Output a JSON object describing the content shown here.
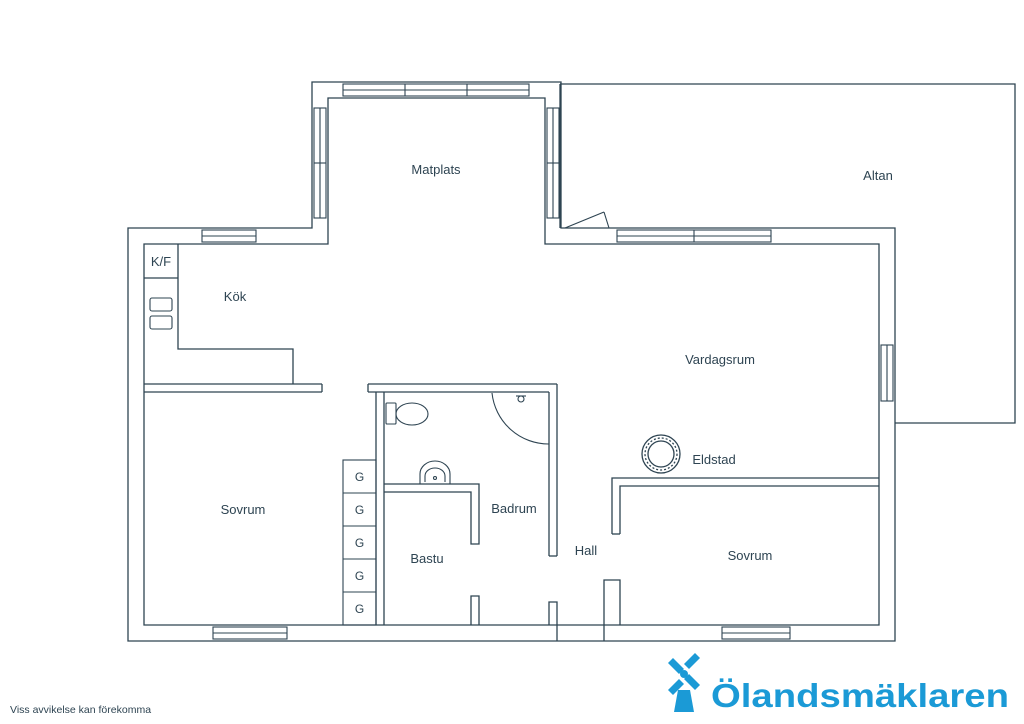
{
  "rooms": {
    "matplats": "Matplats",
    "altan": "Altan",
    "kok": "Kök",
    "kf": "K/F",
    "vardagsrum": "Vardagsrum",
    "eldstad": "Eldstad",
    "sovrum_left": "Sovrum",
    "badrum": "Badrum",
    "bastu": "Bastu",
    "hall": "Hall",
    "sovrum_right": "Sovrum"
  },
  "wardrobe_label": "G",
  "footer": {
    "disclaimer": "Viss avvikelse kan förekomma",
    "brand_name": "Ölandsmäklaren"
  },
  "colors": {
    "wall": "#2e4452",
    "brand": "#1b9ad6"
  },
  "icons": {
    "logo": "windmill-icon",
    "toilet": "toilet-icon",
    "sink": "sink-icon",
    "shower": "shower-icon",
    "stove": "stove-icon",
    "fireplace": "fireplace-icon"
  }
}
